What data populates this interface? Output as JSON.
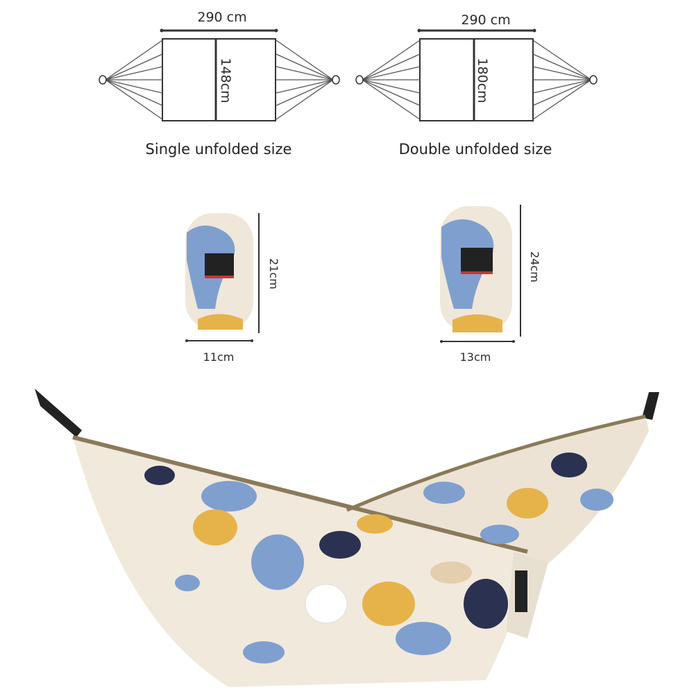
{
  "single": {
    "width_label": "290 cm",
    "length_label": "148cm",
    "caption": "Single unfolded size",
    "bag_height": "21cm",
    "bag_width": "11cm"
  },
  "double": {
    "width_label": "290 cm",
    "length_label": "180cm",
    "caption": "Double unfolded size",
    "bag_height": "24cm",
    "bag_width": "13cm"
  },
  "colors": {
    "line": "#444444",
    "fabric": "#efe7da",
    "blue": "#7f9fcf",
    "yellow": "#e6b34a",
    "navy": "#2b3150",
    "strap": "#222222",
    "trim": "#8a7a5a"
  }
}
